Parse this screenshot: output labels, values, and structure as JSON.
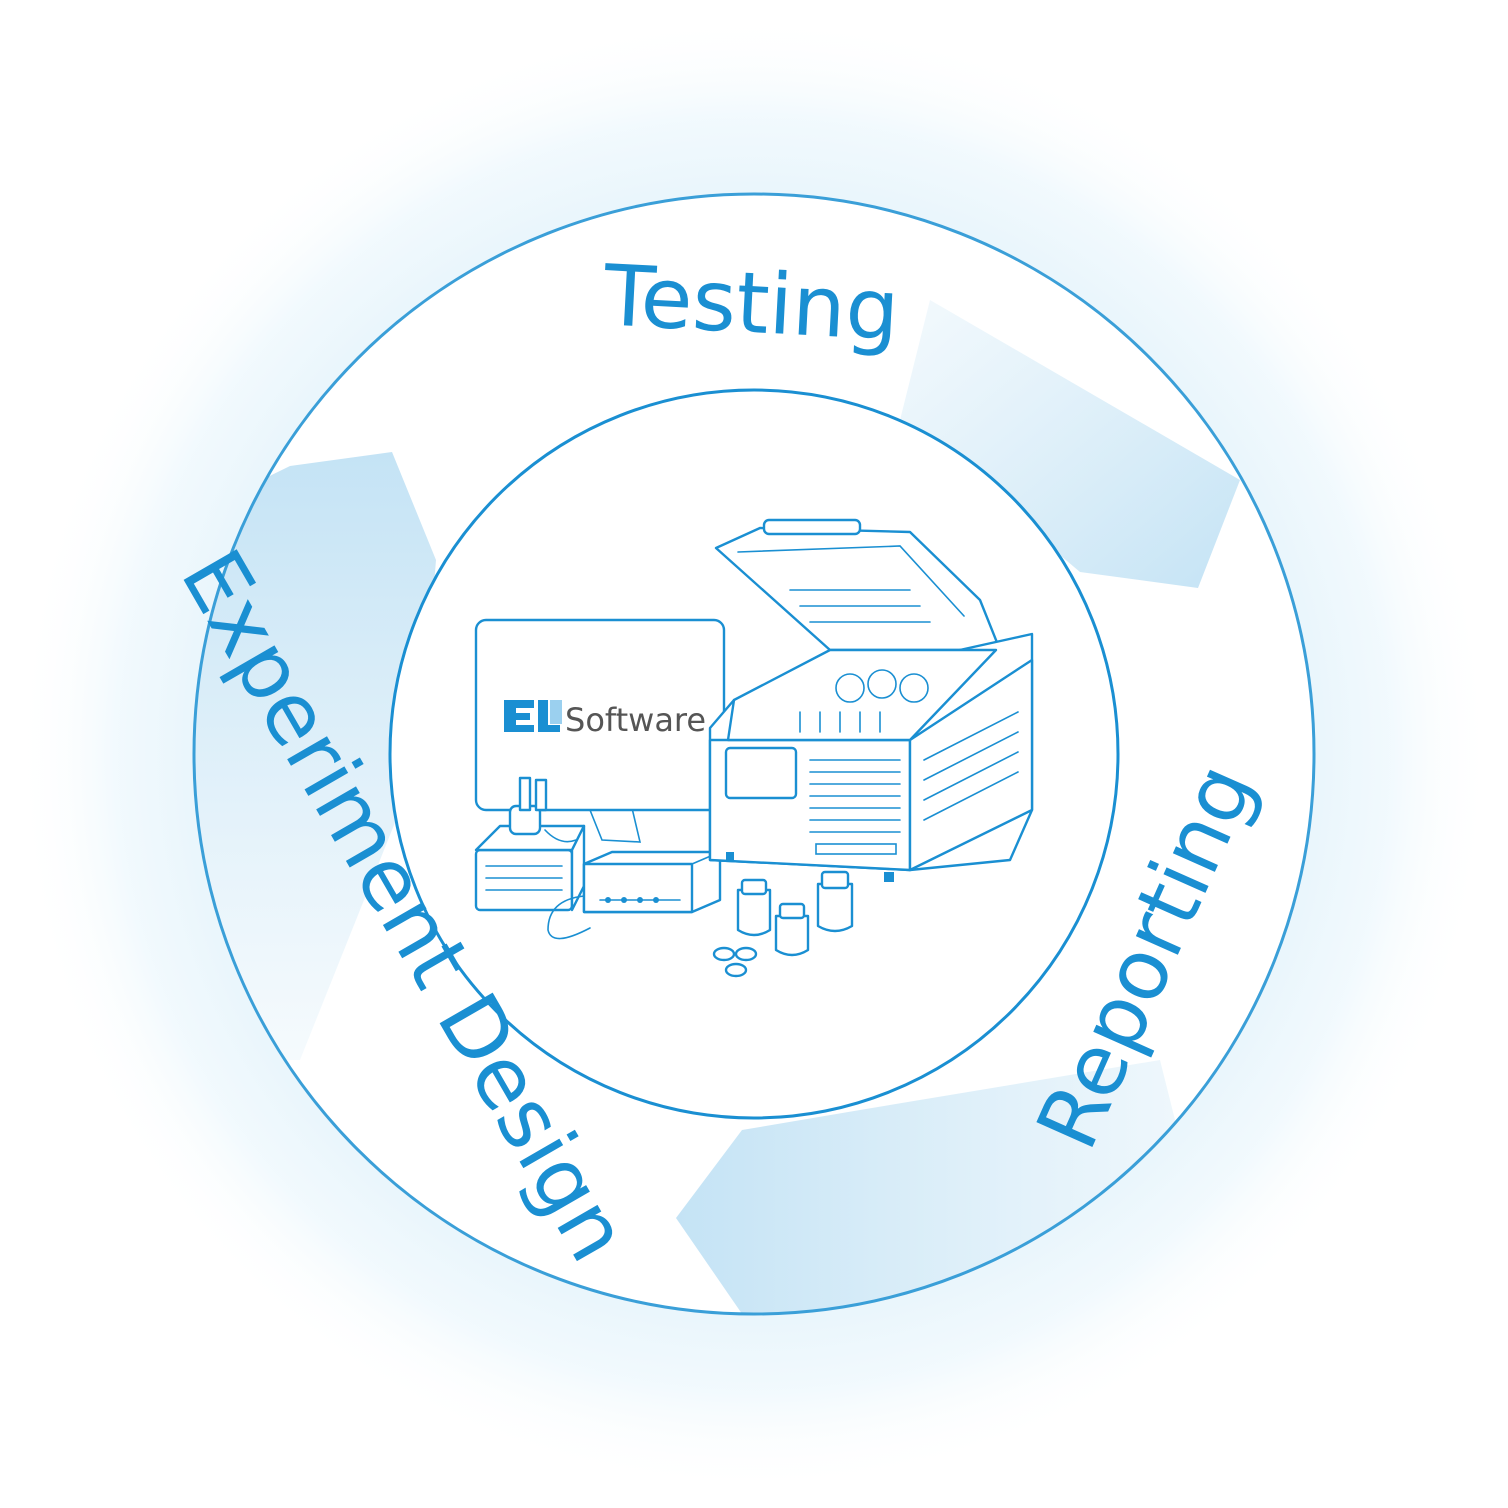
{
  "cycle": {
    "stages": [
      {
        "label": "Testing"
      },
      {
        "label": "Reporting"
      },
      {
        "label": "Experiment Design"
      }
    ]
  },
  "center": {
    "logo_mark": "EL",
    "logo_word": "Software"
  },
  "colors": {
    "accent": "#1a8fd2",
    "arrow_fill": "#cfe8f6",
    "halo": "#e4f3fb"
  }
}
